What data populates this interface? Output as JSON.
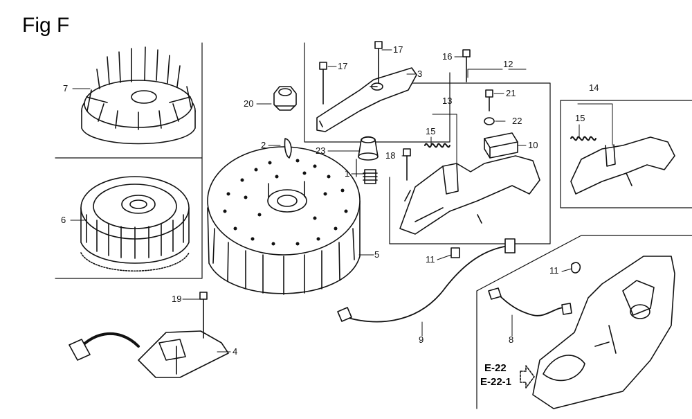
{
  "figure": {
    "title": "Fig F"
  },
  "callouts": {
    "c1": "1",
    "c2": "2",
    "c3": "3",
    "c4": "4",
    "c5": "5",
    "c6": "6",
    "c7": "7",
    "c8": "8",
    "c9": "9",
    "c10": "10",
    "c11a": "11",
    "c11b": "11",
    "c12": "12",
    "c13": "13",
    "c14": "14",
    "c15a": "15",
    "c15b": "15",
    "c16": "16",
    "c17a": "17",
    "c17b": "17",
    "c18": "18",
    "c19": "19",
    "c20": "20",
    "c21": "21",
    "c22": "22",
    "c23": "23"
  },
  "references": {
    "ref1": "E-22",
    "ref2": "E-22-1"
  }
}
